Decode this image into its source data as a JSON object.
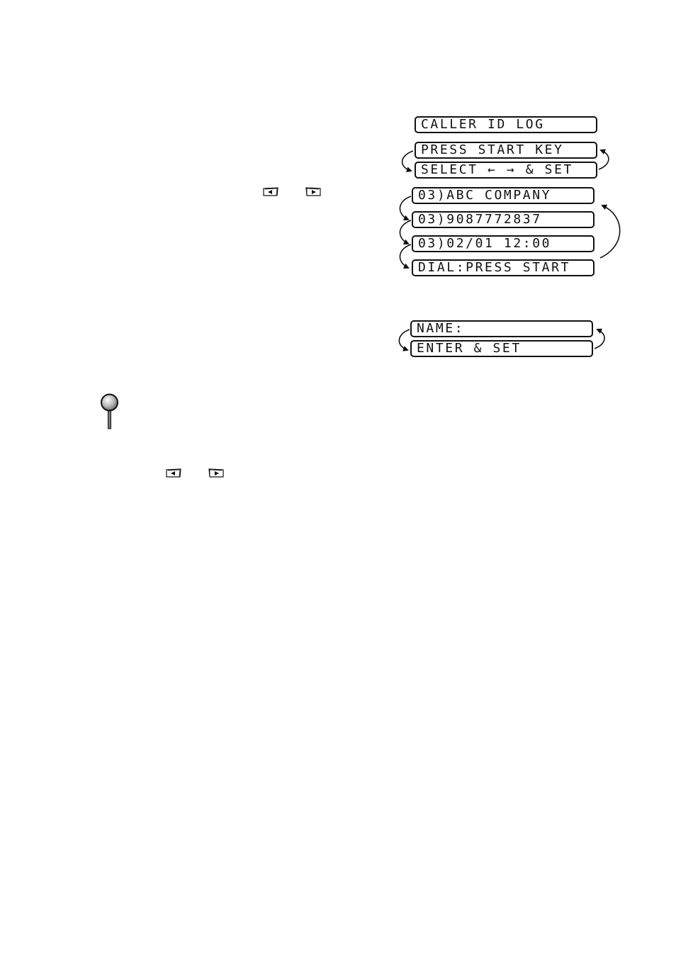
{
  "lcd": {
    "caller_id_menu": "CALLER ID LOG",
    "prompt_line1": "PRESS START KEY",
    "prompt_line2": "SELECT ← → & SET",
    "entry_name": "03)ABC COMPANY",
    "entry_number": "03)9087772837",
    "entry_datetime": "03)02/01 12:00",
    "entry_dial": "DIAL:PRESS START",
    "name_prompt": "NAME:",
    "name_instruction": "ENTER & SET"
  },
  "icons": {
    "left_key": "left-arrow-key-icon",
    "right_key": "right-arrow-key-icon",
    "note": "magnifier-note-icon"
  }
}
